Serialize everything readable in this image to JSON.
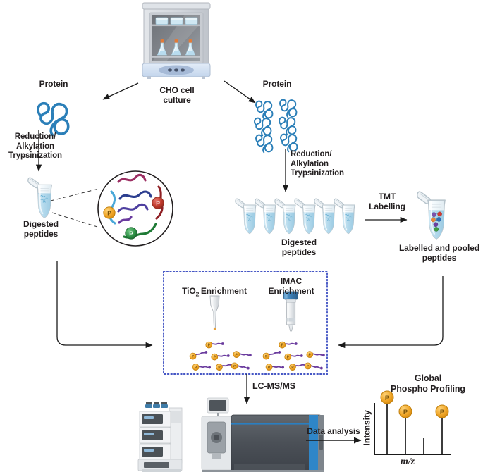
{
  "diagram": {
    "title": "CHO cell phosphoproteomics workflow",
    "background": "#ffffff"
  },
  "labels": {
    "cho_cell_culture": "CHO cell\nculture",
    "protein_left": "Protein",
    "protein_right": "Protein",
    "reduction_left": "Reduction/\nAlkylation\nTrypsinization",
    "reduction_right": "Reduction/\nAlkylation\nTrypsinization",
    "digested_peptides_left": "Digested\npeptides",
    "digested_peptides_right": "Digested\npeptides",
    "tmt_labelling": "TMT\nLabelling",
    "labelled_pooled": "Labelled and pooled\npeptides",
    "tio2_enrichment_main": "TiO",
    "tio2_enrichment_sub": "2",
    "tio2_enrichment_tail": "Enrichment",
    "imac_enrichment": "IMAC\nEnrichment",
    "lc_ms_ms": "LC-MS/MS",
    "data_analysis": "Data analysis",
    "global_phospho": "Global\nPhospho Profiling",
    "intensity_axis": "Intensity",
    "mz_axis": "m/z",
    "phospho_marker": "P"
  },
  "colors": {
    "text": "#231f20",
    "arrow": "#1a1a1a",
    "dotted_box_border": "#4455c4",
    "protein_blue": "#2b7fb8",
    "phospho_orange": "#f0a72a",
    "phospho_orange_dark": "#d98c10",
    "phospho_red": "#c0392b",
    "phospho_green": "#2e9246",
    "tube_liquid": "#b9dced",
    "tube_body": "#e9f3f8",
    "tube_outline": "#b6c3cb",
    "incubator_body": "#d3d7dd",
    "incubator_interior": "#7b7f86",
    "incubator_base": "#cfdcee",
    "imac_cap": "#3d7fb5",
    "ms_dark": "#4c5157",
    "ms_blue": "#2a7fc1",
    "peptide_lightblue": "#4aa8d8",
    "peptide_magenta": "#9c2f63",
    "peptide_navy": "#2c3e8f",
    "peptide_purple": "#6a3b9e",
    "peptide_darkred": "#8f1f24",
    "peptide_green": "#1e7a35"
  },
  "incubator": {
    "name": "CO2 incubator",
    "upper_shelf_bottles": 3,
    "lower_shelf_flasks": 3,
    "flask_cap_color": "#e07b39",
    "control_panel_dots": 3
  },
  "protein_cluster_right": {
    "count": 6,
    "rows": 3,
    "cols": 2
  },
  "digested_tubes_right": {
    "count": 6
  },
  "tmt_tube_dots": [
    {
      "color": "#7b52ab"
    },
    {
      "color": "#d33b32"
    },
    {
      "color": "#e8853a"
    },
    {
      "color": "#2f6fb5"
    },
    {
      "color": "#6b3fa0"
    },
    {
      "color": "#3f9e45"
    }
  ],
  "magnified_circle": {
    "caption": "Digested peptides zoom",
    "peptides": [
      {
        "color": "#4aa8d8",
        "phospho": "P",
        "phospho_color": "#f0a72a"
      },
      {
        "color": "#9c2f63",
        "phospho": null,
        "phospho_color": null
      },
      {
        "color": "#2c3e8f",
        "phospho": null,
        "phospho_color": null
      },
      {
        "color": "#4e3fa0",
        "phospho": null,
        "phospho_color": null
      },
      {
        "color": "#6a3b9e",
        "phospho": null,
        "phospho_color": null
      },
      {
        "color": "#8f1f24",
        "phospho": "P",
        "phospho_color": "#c0392b"
      },
      {
        "color": "#1e7a35",
        "phospho": "P",
        "phospho_color": "#2e9246"
      }
    ]
  },
  "enrichment_box": {
    "methods": [
      "TiO2 Enrichment",
      "IMAC Enrichment"
    ],
    "phosphopeptides_per_cluster": 7
  },
  "chart_data": {
    "type": "bar",
    "title": "Global Phospho Profiling",
    "xlabel": "m/z",
    "ylabel": "Intensity",
    "grid": false,
    "legend": null,
    "categories": [
      "peak1",
      "peak2",
      "peak3",
      "peak4"
    ],
    "values": [
      100,
      72,
      32,
      72
    ],
    "ylim": [
      0,
      115
    ],
    "annotations": [
      {
        "category": "peak1",
        "label": "P",
        "color": "#f0a72a"
      },
      {
        "category": "peak2",
        "label": "P",
        "color": "#f0a72a"
      },
      {
        "category": "peak3",
        "label": null,
        "color": null
      },
      {
        "category": "peak4",
        "label": "P",
        "color": "#f0a72a"
      }
    ]
  }
}
